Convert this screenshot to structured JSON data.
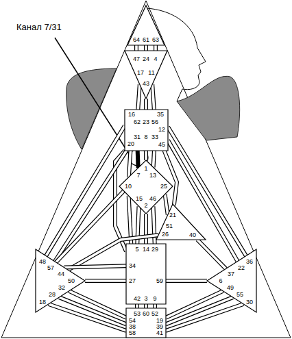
{
  "diagram": {
    "nodes": [
      {
        "text": [
          "64",
          "61",
          "63"
        ]
      },
      {
        "text": [
          "47",
          "24",
          "4",
          "17",
          "11",
          "43"
        ]
      },
      {
        "text": [
          "16",
          "62",
          "23",
          "56",
          "35",
          "12",
          "20",
          "31",
          "8",
          "33",
          "45"
        ]
      },
      {
        "text": [
          "1",
          "7",
          "13",
          "10",
          "25",
          "15",
          "46",
          "2"
        ]
      },
      {
        "text": [
          "21",
          "51",
          "26",
          "40"
        ]
      },
      {
        "text": [
          "5",
          "14",
          "29",
          "34",
          "27",
          "59",
          "42",
          "3",
          "9"
        ]
      },
      {
        "text": [
          "48",
          "57",
          "44",
          "50",
          "32",
          "28",
          "18"
        ]
      },
      {
        "text": [
          "36",
          "22",
          "37",
          "6",
          "49",
          "55",
          "30"
        ]
      },
      {
        "text": [
          "53",
          "60",
          "52",
          "54",
          "19",
          "38",
          "39",
          "58",
          "41"
        ]
      }
    ],
    "edges": [
      {
        "from": 0,
        "to": 1,
        "arrow": "none"
      },
      {
        "from": 0,
        "to": 1,
        "arrow": "none"
      },
      {
        "from": 0,
        "to": 1,
        "arrow": "none"
      },
      {
        "from": 1,
        "to": 2,
        "arrow": "none"
      },
      {
        "from": 1,
        "to": 2,
        "arrow": "none"
      },
      {
        "from": 1,
        "to": 2,
        "arrow": "none"
      },
      {
        "from": 2,
        "to": 3,
        "arrow": "none"
      },
      {
        "from": 2,
        "to": 3,
        "arrow": "none"
      },
      {
        "from": 2,
        "to": 3,
        "arrow": "none"
      },
      {
        "from": 2,
        "to": 3,
        "arrow": "none"
      },
      {
        "from": 2,
        "to": 5,
        "arrow": "none"
      },
      {
        "from": 2,
        "to": 6,
        "arrow": "none"
      },
      {
        "from": 2,
        "to": 6,
        "arrow": "none"
      },
      {
        "from": 2,
        "to": 4,
        "arrow": "none"
      },
      {
        "from": 2,
        "to": 7,
        "arrow": "none"
      },
      {
        "from": 2,
        "to": 7,
        "arrow": "none"
      },
      {
        "from": 3,
        "to": 5,
        "arrow": "none"
      },
      {
        "from": 3,
        "to": 5,
        "arrow": "none"
      },
      {
        "from": 3,
        "to": 5,
        "arrow": "none"
      },
      {
        "from": 3,
        "to": 5,
        "arrow": "none"
      },
      {
        "from": 3,
        "to": 4,
        "arrow": "none"
      },
      {
        "from": 3,
        "to": 6,
        "arrow": "none"
      },
      {
        "from": 4,
        "to": 6,
        "arrow": "none"
      },
      {
        "from": 4,
        "to": 7,
        "arrow": "none"
      },
      {
        "from": 5,
        "to": 6,
        "arrow": "none"
      },
      {
        "from": 5,
        "to": 6,
        "arrow": "none"
      },
      {
        "from": 5,
        "to": 7,
        "arrow": "none"
      },
      {
        "from": 5,
        "to": 8,
        "arrow": "none"
      },
      {
        "from": 5,
        "to": 8,
        "arrow": "none"
      },
      {
        "from": 5,
        "to": 8,
        "arrow": "none"
      },
      {
        "from": 6,
        "to": 8,
        "arrow": "none"
      },
      {
        "from": 6,
        "to": 8,
        "arrow": "none"
      },
      {
        "from": 6,
        "to": 8,
        "arrow": "none"
      },
      {
        "from": 7,
        "to": 8,
        "arrow": "none"
      },
      {
        "from": 7,
        "to": 8,
        "arrow": "none"
      },
      {
        "from": 7,
        "to": 8,
        "arrow": "none"
      }
    ],
    "labels": [
      "Канал 7/31"
    ]
  }
}
